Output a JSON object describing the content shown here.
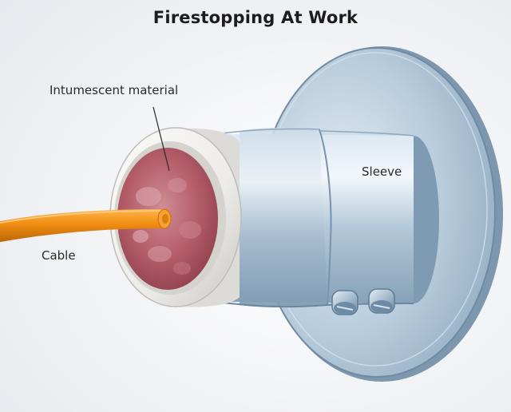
{
  "figure": {
    "title": "Firestopping At Work",
    "labels": {
      "intumescent": "Intumescent material",
      "sleeve": "Sleeve",
      "cable": "Cable"
    }
  },
  "colors": {
    "background": "#f4f5f8",
    "cable": "#f08d12",
    "intumescent": "#b8606a",
    "sleeve": "#a9c3d6",
    "wall_plate": "#a8c0d4",
    "collar": "#f3f3f1"
  }
}
